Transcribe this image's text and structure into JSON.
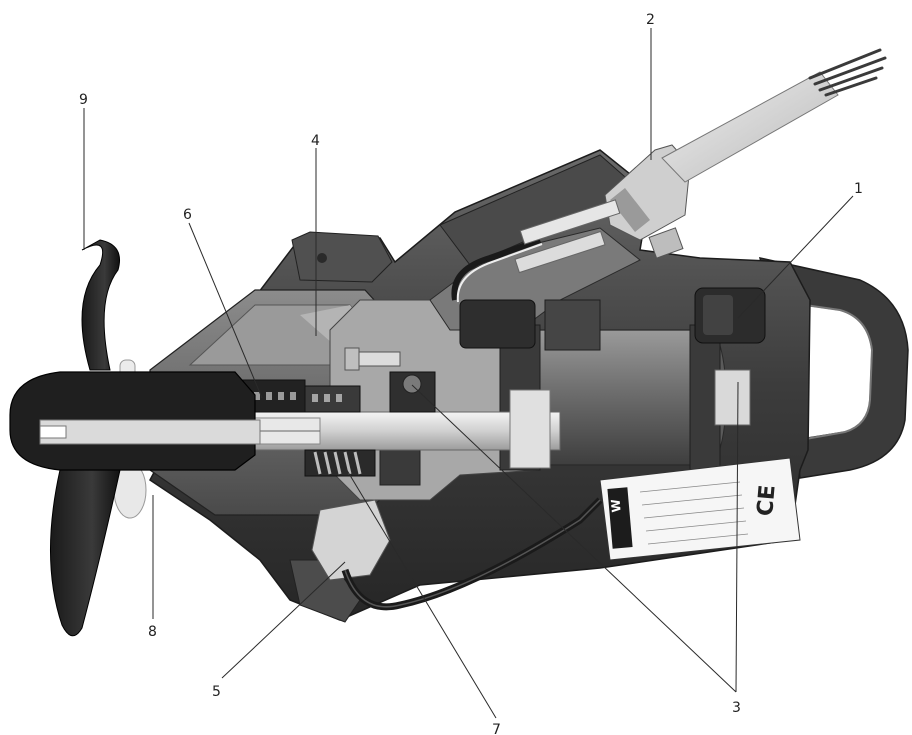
{
  "figure": {
    "callouts": [
      {
        "id": "1",
        "label": "1"
      },
      {
        "id": "2",
        "label": "2"
      },
      {
        "id": "3",
        "label": "3"
      },
      {
        "id": "4",
        "label": "4"
      },
      {
        "id": "5",
        "label": "5"
      },
      {
        "id": "6",
        "label": "6"
      },
      {
        "id": "7",
        "label": "7"
      },
      {
        "id": "8",
        "label": "8"
      },
      {
        "id": "9",
        "label": "9"
      }
    ],
    "ce_mark": "CE",
    "brand_mark": "W"
  }
}
